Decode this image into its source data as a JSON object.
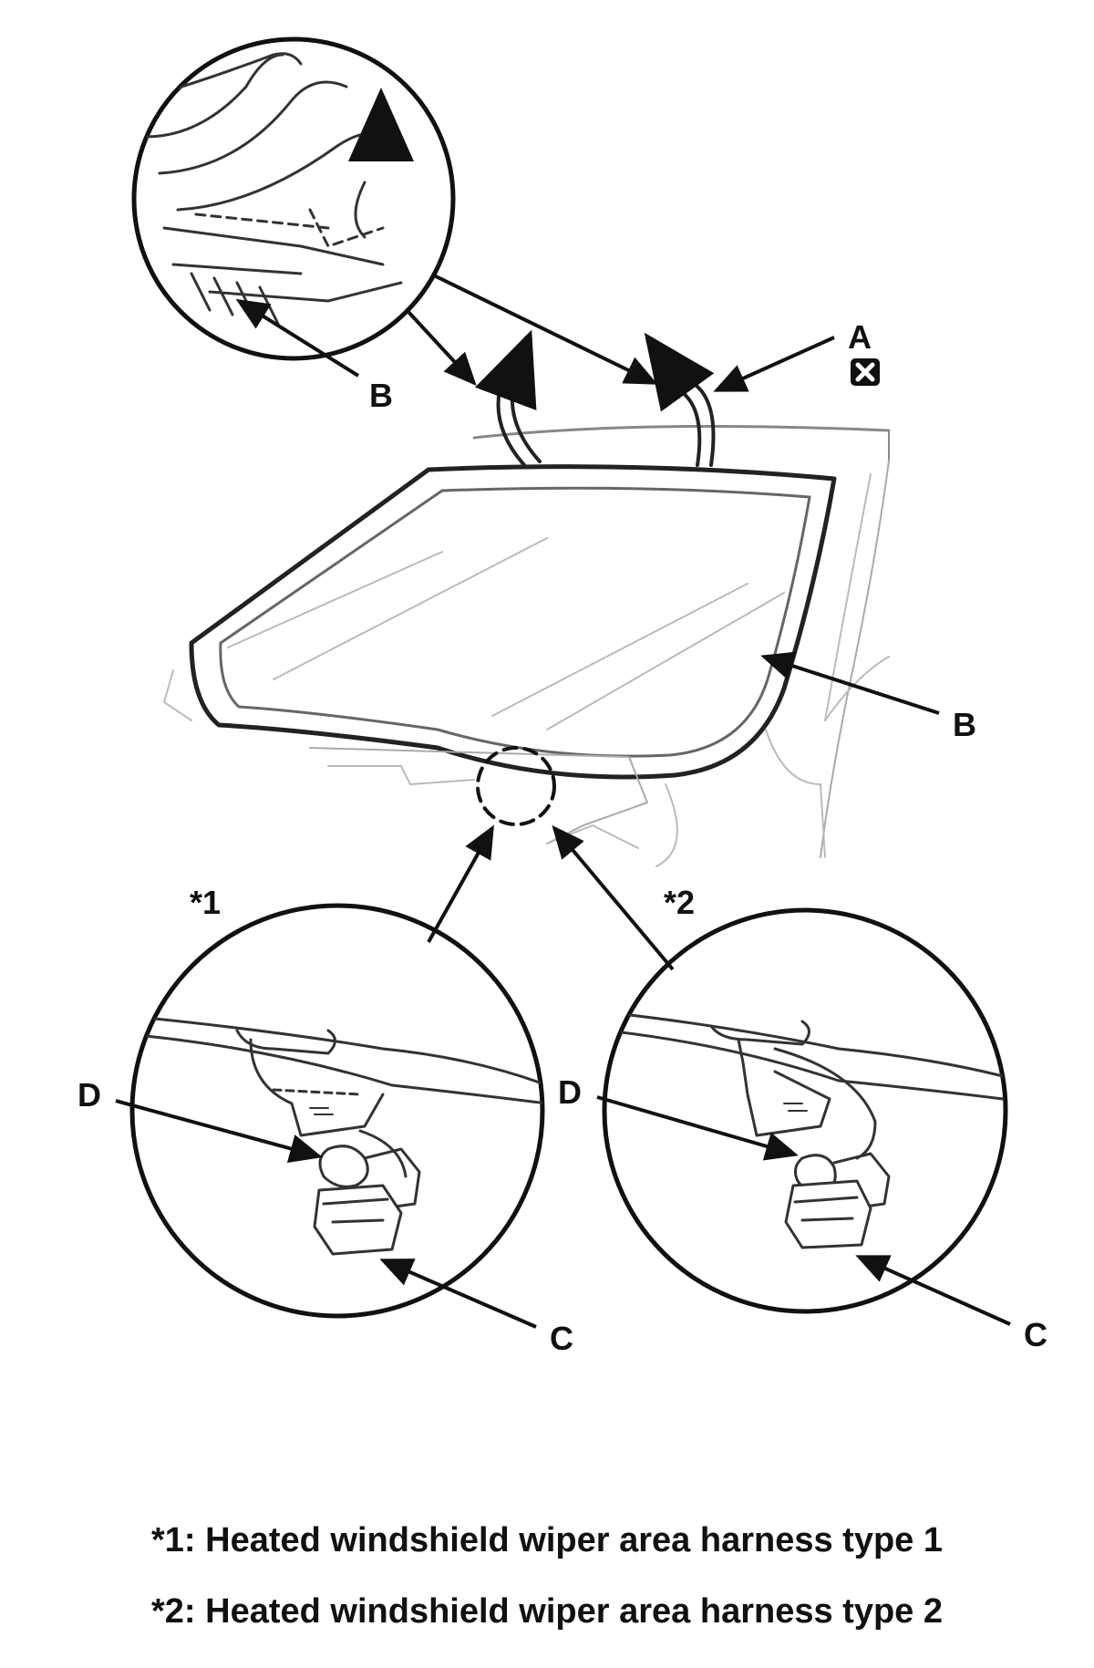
{
  "callouts": {
    "a": "A",
    "b": "B",
    "c": "C",
    "d": "D",
    "type1_marker": "*1",
    "type2_marker": "*2"
  },
  "icons": {
    "do_not_reuse": "boxed-x-icon"
  },
  "captions": {
    "type1": "*1: Heated windshield wiper area harness type 1",
    "type2": "*2: Heated windshield wiper area harness type 2"
  }
}
